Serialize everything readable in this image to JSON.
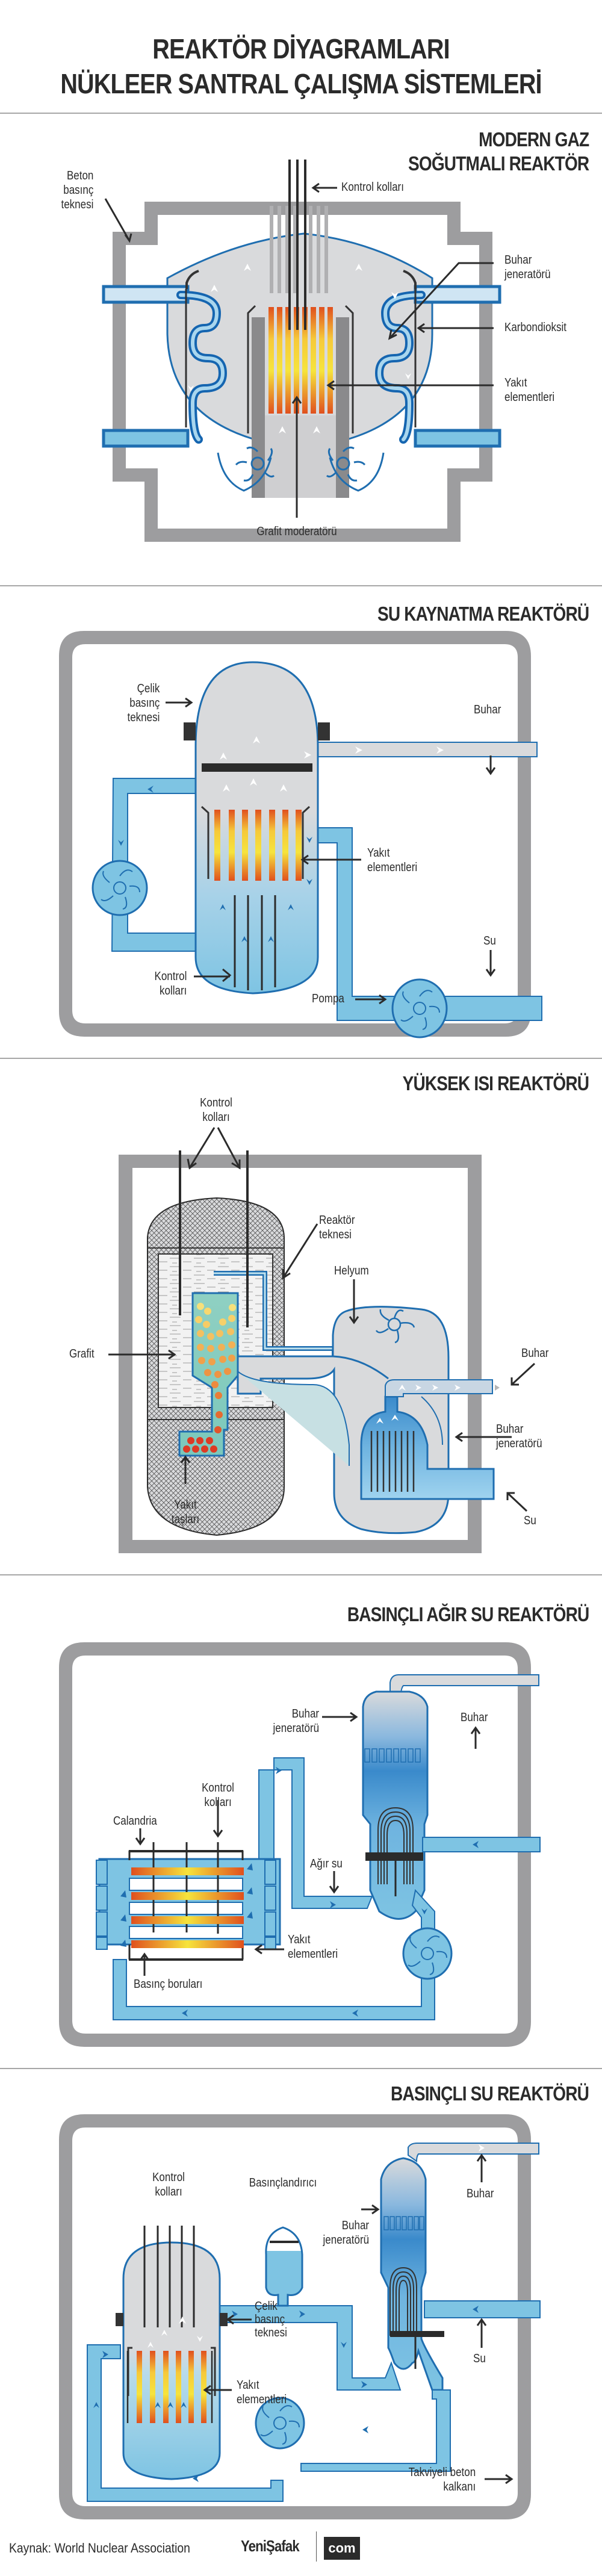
{
  "title": {
    "line1": "REAKTÖR DİYAGRAMLARI",
    "line2": "NÜKLEER SANTRAL ÇALIŞMA SİSTEMLERİ"
  },
  "colors": {
    "concrete": "#9d9d9f",
    "vessel_gray": "#d9dadc",
    "pipe_blue": "#7ec4e3",
    "pipe_outline": "#1f6eb0",
    "dark_blue": "#1565b0",
    "fuel_hot": "#e0501e",
    "fuel_warm": "#f6e43c",
    "text": "#2b2b2b"
  },
  "sections": [
    {
      "id": "modern-gas-cooled",
      "title_line1": "MODERN GAZ",
      "title_line2": "SOĞUTMALI REAKTÖR",
      "labels": {
        "concrete_vessel": [
          "Beton",
          "basınç",
          "teknesi"
        ],
        "control_rods": "Kontrol kolları",
        "steam_generator": [
          "Buhar",
          "jeneratörü"
        ],
        "co2": "Karbondioksit",
        "fuel": [
          "Yakıt",
          "elementleri"
        ],
        "graphite": "Grafit moderatörü"
      }
    },
    {
      "id": "boiling-water",
      "title_line1": "SU KAYNATMA REAKTÖRÜ",
      "labels": {
        "steel_vessel": [
          "Çelik",
          "basınç",
          "teknesi"
        ],
        "steam": "Buhar",
        "fuel": [
          "Yakıt",
          "elementleri"
        ],
        "water": "Su",
        "control_rods": [
          "Kontrol",
          "kolları"
        ],
        "pump": "Pompa"
      }
    },
    {
      "id": "high-temperature",
      "title_line1": "YÜKSEK ISI REAKTÖRÜ",
      "labels": {
        "control_rods": [
          "Kontrol",
          "kolları"
        ],
        "reactor_vessel": [
          "Reaktör",
          "teknesi"
        ],
        "helium": "Helyum",
        "graphite": "Grafit",
        "steam": "Buhar",
        "steam_generator": [
          "Buhar",
          "jeneratörü"
        ],
        "fuel_pebbles": [
          "Yakıt",
          "taşları"
        ],
        "water": "Su"
      }
    },
    {
      "id": "pressurized-heavy-water",
      "title_line1": "BASINÇLI AĞIR SU REAKTÖRÜ",
      "labels": {
        "steam_generator": [
          "Buhar",
          "jeneratörü"
        ],
        "steam": "Buhar",
        "control_rods": [
          "Kontrol",
          "kolları"
        ],
        "calandria": "Calandria",
        "heavy_water": "Ağır su",
        "fuel": [
          "Yakıt",
          "elementleri"
        ],
        "pressure_tubes": "Basınç boruları"
      }
    },
    {
      "id": "pressurized-water",
      "title_line1": "BASINÇLI SU REAKTÖRÜ",
      "labels": {
        "control_rods": [
          "Kontrol",
          "kolları"
        ],
        "pressurizer": "Basınçlandırıcı",
        "steam": "Buhar",
        "steam_generator": [
          "Buhar",
          "jeneratörü"
        ],
        "steel_vessel": [
          "Çelik",
          "basınç",
          "teknesi"
        ],
        "water": "Su",
        "fuel": [
          "Yakıt",
          "elementleri"
        ],
        "concrete_shield": [
          "Takviyeli beton",
          "kalkanı"
        ]
      }
    }
  ],
  "footer": {
    "source": "Kaynak: World Nuclear Association",
    "brand": "YeniŞafak",
    "brand_suffix": "com"
  }
}
